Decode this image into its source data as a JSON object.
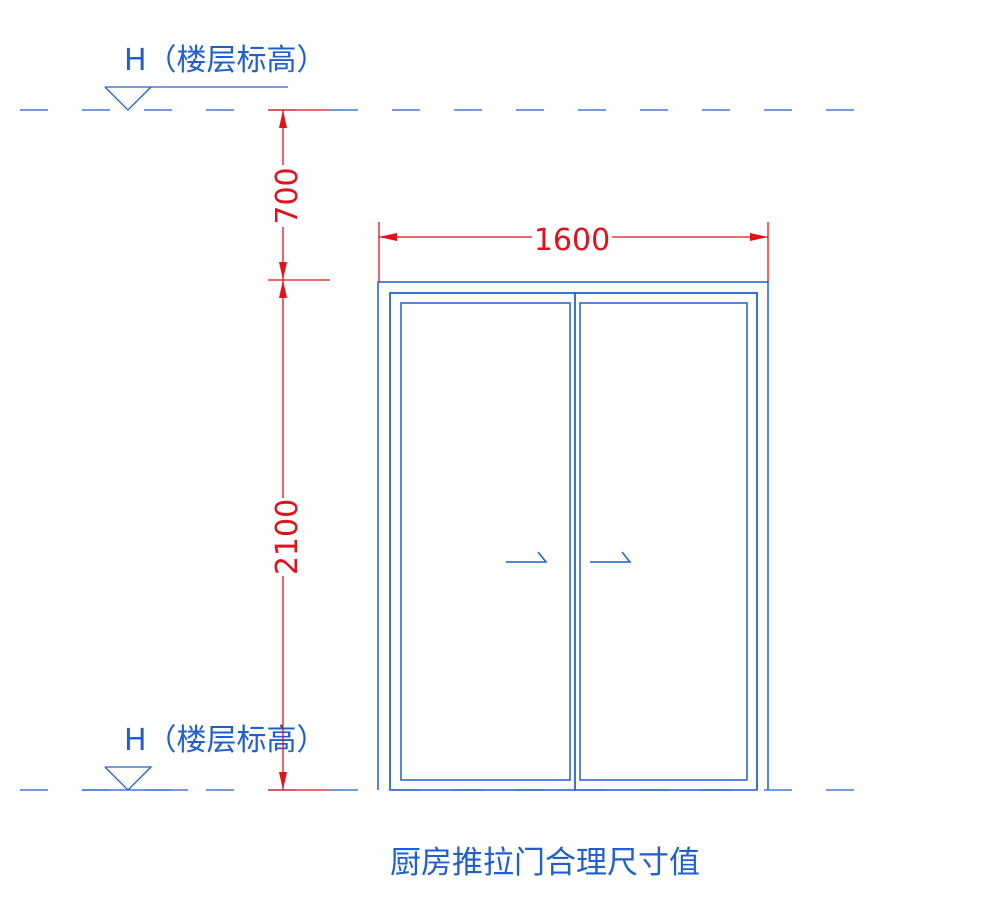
{
  "title": "厨房推拉门合理尺寸值",
  "levels": {
    "top_label": "H（楼层标高）",
    "bottom_label": "H（楼层标高）"
  },
  "dimensions": {
    "upper_height": "700",
    "door_height": "2100",
    "door_width": "1600"
  },
  "colors": {
    "geometry": "#1f5fd0",
    "dimension": "#e0121a",
    "background": "#ffffff"
  }
}
